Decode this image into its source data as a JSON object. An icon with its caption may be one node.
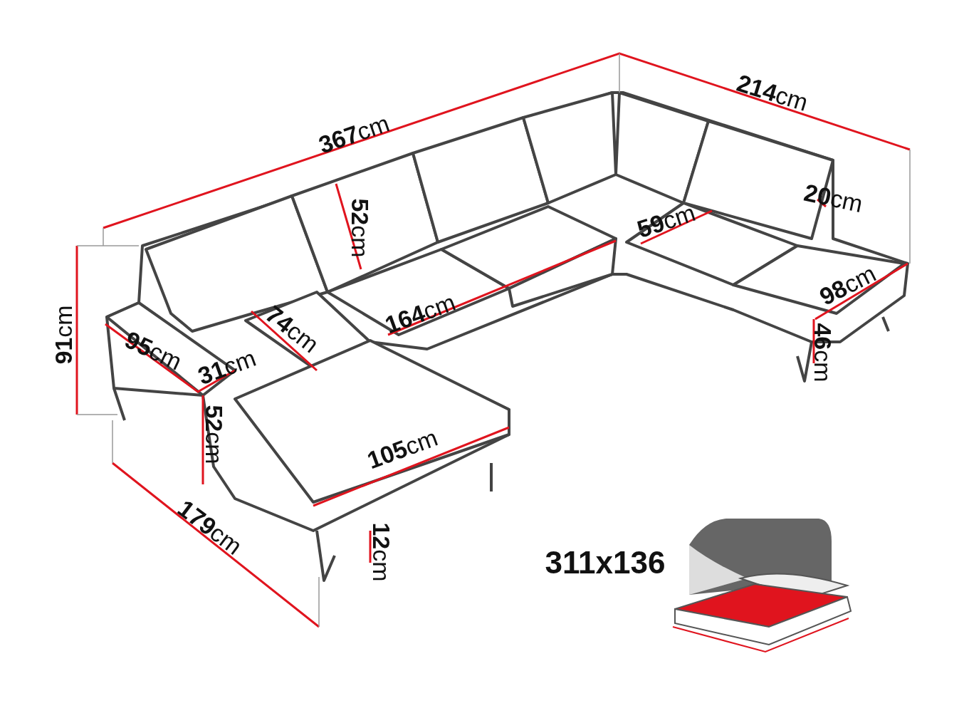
{
  "diagram": {
    "labels": [
      "**367**cm",
      "**214**cm",
      "**52**cm",
      "**20**cm",
      "**59**cm",
      "**91**cm",
      "**74**cm",
      "**164**cm",
      "**98**cm",
      "**95**cm",
      "**31**cm",
      "**46**cm",
      "**52**cm",
      "**105**cm",
      "**12**cm",
      "**179**cm",
      "311x136"
    ]
  }
}
